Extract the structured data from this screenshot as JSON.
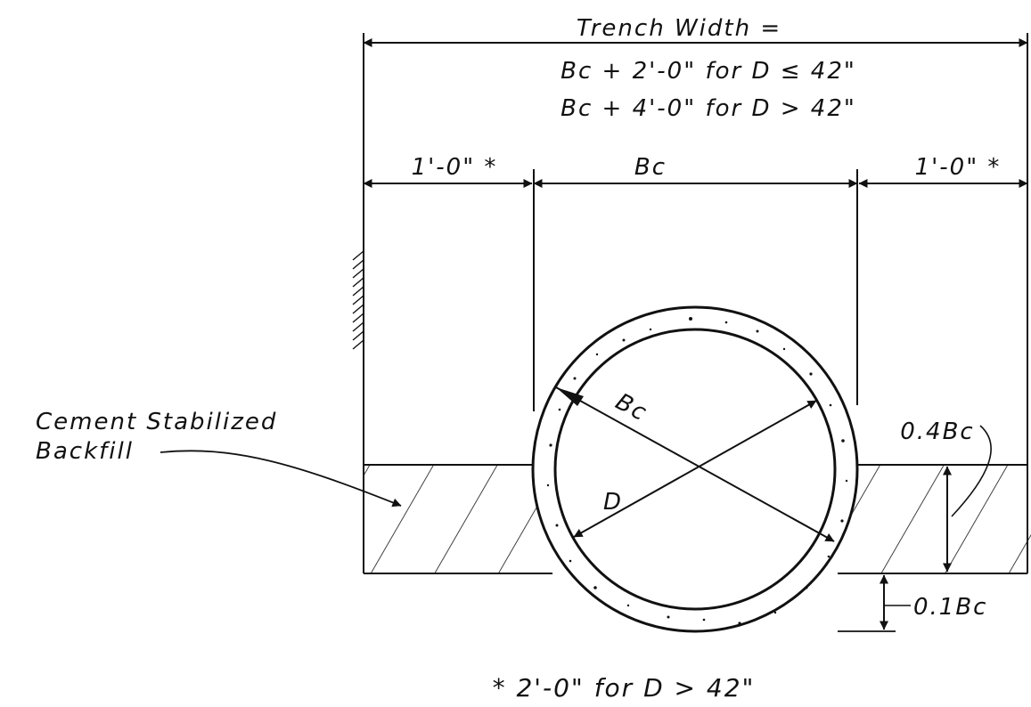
{
  "labels": {
    "trench_width": "Trench Width =",
    "formula_small": "Bc + 2'-0\" for D ≤ 42\"",
    "formula_large": "Bc + 4'-0\" for D > 42\"",
    "left_offset": "1'-0\" *",
    "pipe_outside": "Bc",
    "right_offset": "1'-0\" *",
    "diag_bc": "Bc",
    "diag_d": "D",
    "backfill_line1": "Cement Stabilized",
    "backfill_line2": "Backfill",
    "depth_04": "0.4Bc",
    "depth_01": "0.1Bc",
    "footnote": "* 2'-0\" for D > 42\""
  },
  "colors": {
    "ink": "#111111",
    "paper": "#ffffff"
  },
  "icons": [
    "arrowhead-icon",
    "soil-hatch-icon"
  ]
}
